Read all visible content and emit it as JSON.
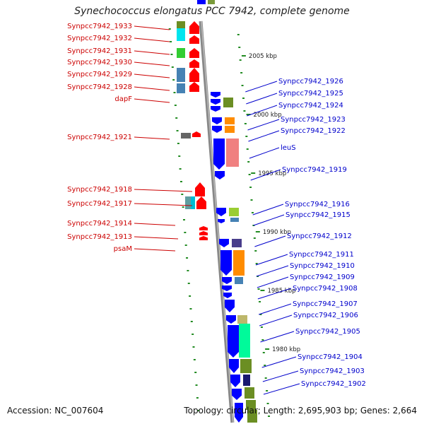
{
  "title": "Synechococcus elongatus PCC 7942, complete genome",
  "footer": {
    "accession": "Accession: NC_007604",
    "topology": "Topology: circular; Length: 2,695,903 bp; Genes: 2,664"
  },
  "kbp_marks": [
    "2005 kbp",
    "2000 kbp",
    "1995 kbp",
    "1990 kbp",
    "1985 kbp",
    "1980 kbp"
  ],
  "left_labels": [
    "Synpcc7942_1933",
    "Synpcc7942_1932",
    "Synpcc7942_1931",
    "Synpcc7942_1930",
    "Synpcc7942_1929",
    "Synpcc7942_1928",
    "dapF",
    "Synpcc7942_1921",
    "Synpcc7942_1918",
    "Synpcc7942_1917",
    "Synpcc7942_1914",
    "Synpcc7942_1913",
    "psaM"
  ],
  "right_labels": [
    "Synpcc7942_1926",
    "Synpcc7942_1925",
    "Synpcc7942_1924",
    "Synpcc7942_1923",
    "Synpcc7942_1922",
    "leuS",
    "Synpcc7942_1919",
    "Synpcc7942_1916",
    "Synpcc7942_1915",
    "Synpcc7942_1912",
    "Synpcc7942_1911",
    "Synpcc7942_1910",
    "Synpcc7942_1909",
    "Synpcc7942_1908",
    "Synpcc7942_1907",
    "Synpcc7942_1906",
    "Synpcc7942_1905",
    "Synpcc7942_1904",
    "Synpcc7942_1903",
    "Synpcc7942_1902"
  ],
  "colors": {
    "reverse_strand": "#ff0000",
    "forward_strand": "#0000ff",
    "backbone": "#888888",
    "tick": "#228b22",
    "left_label": "#cc0000",
    "right_label": "#0000cc"
  }
}
